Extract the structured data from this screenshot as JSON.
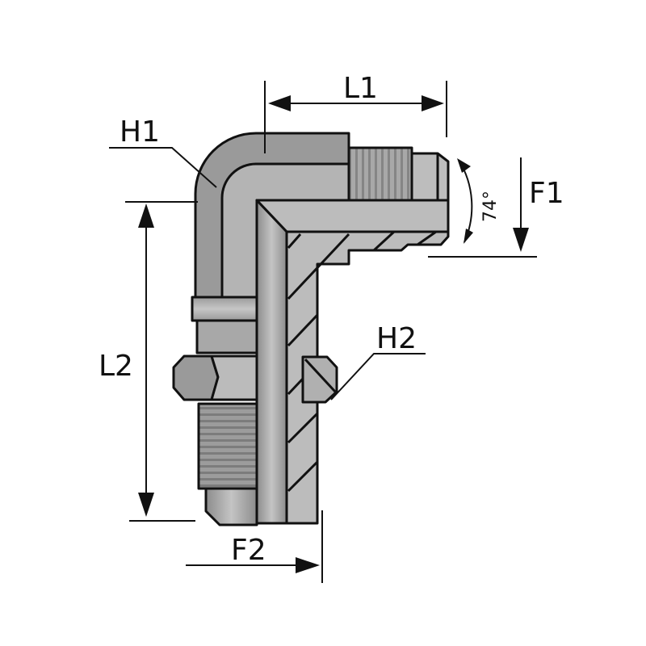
{
  "labels": {
    "L1": "L1",
    "L2": "L2",
    "H1": "H1",
    "H2": "H2",
    "F1": "F1",
    "F2": "F2",
    "angle": "74°"
  },
  "colors": {
    "body": "#b8b8b8",
    "dark": "#8a8a8a",
    "outline": "#111111"
  }
}
